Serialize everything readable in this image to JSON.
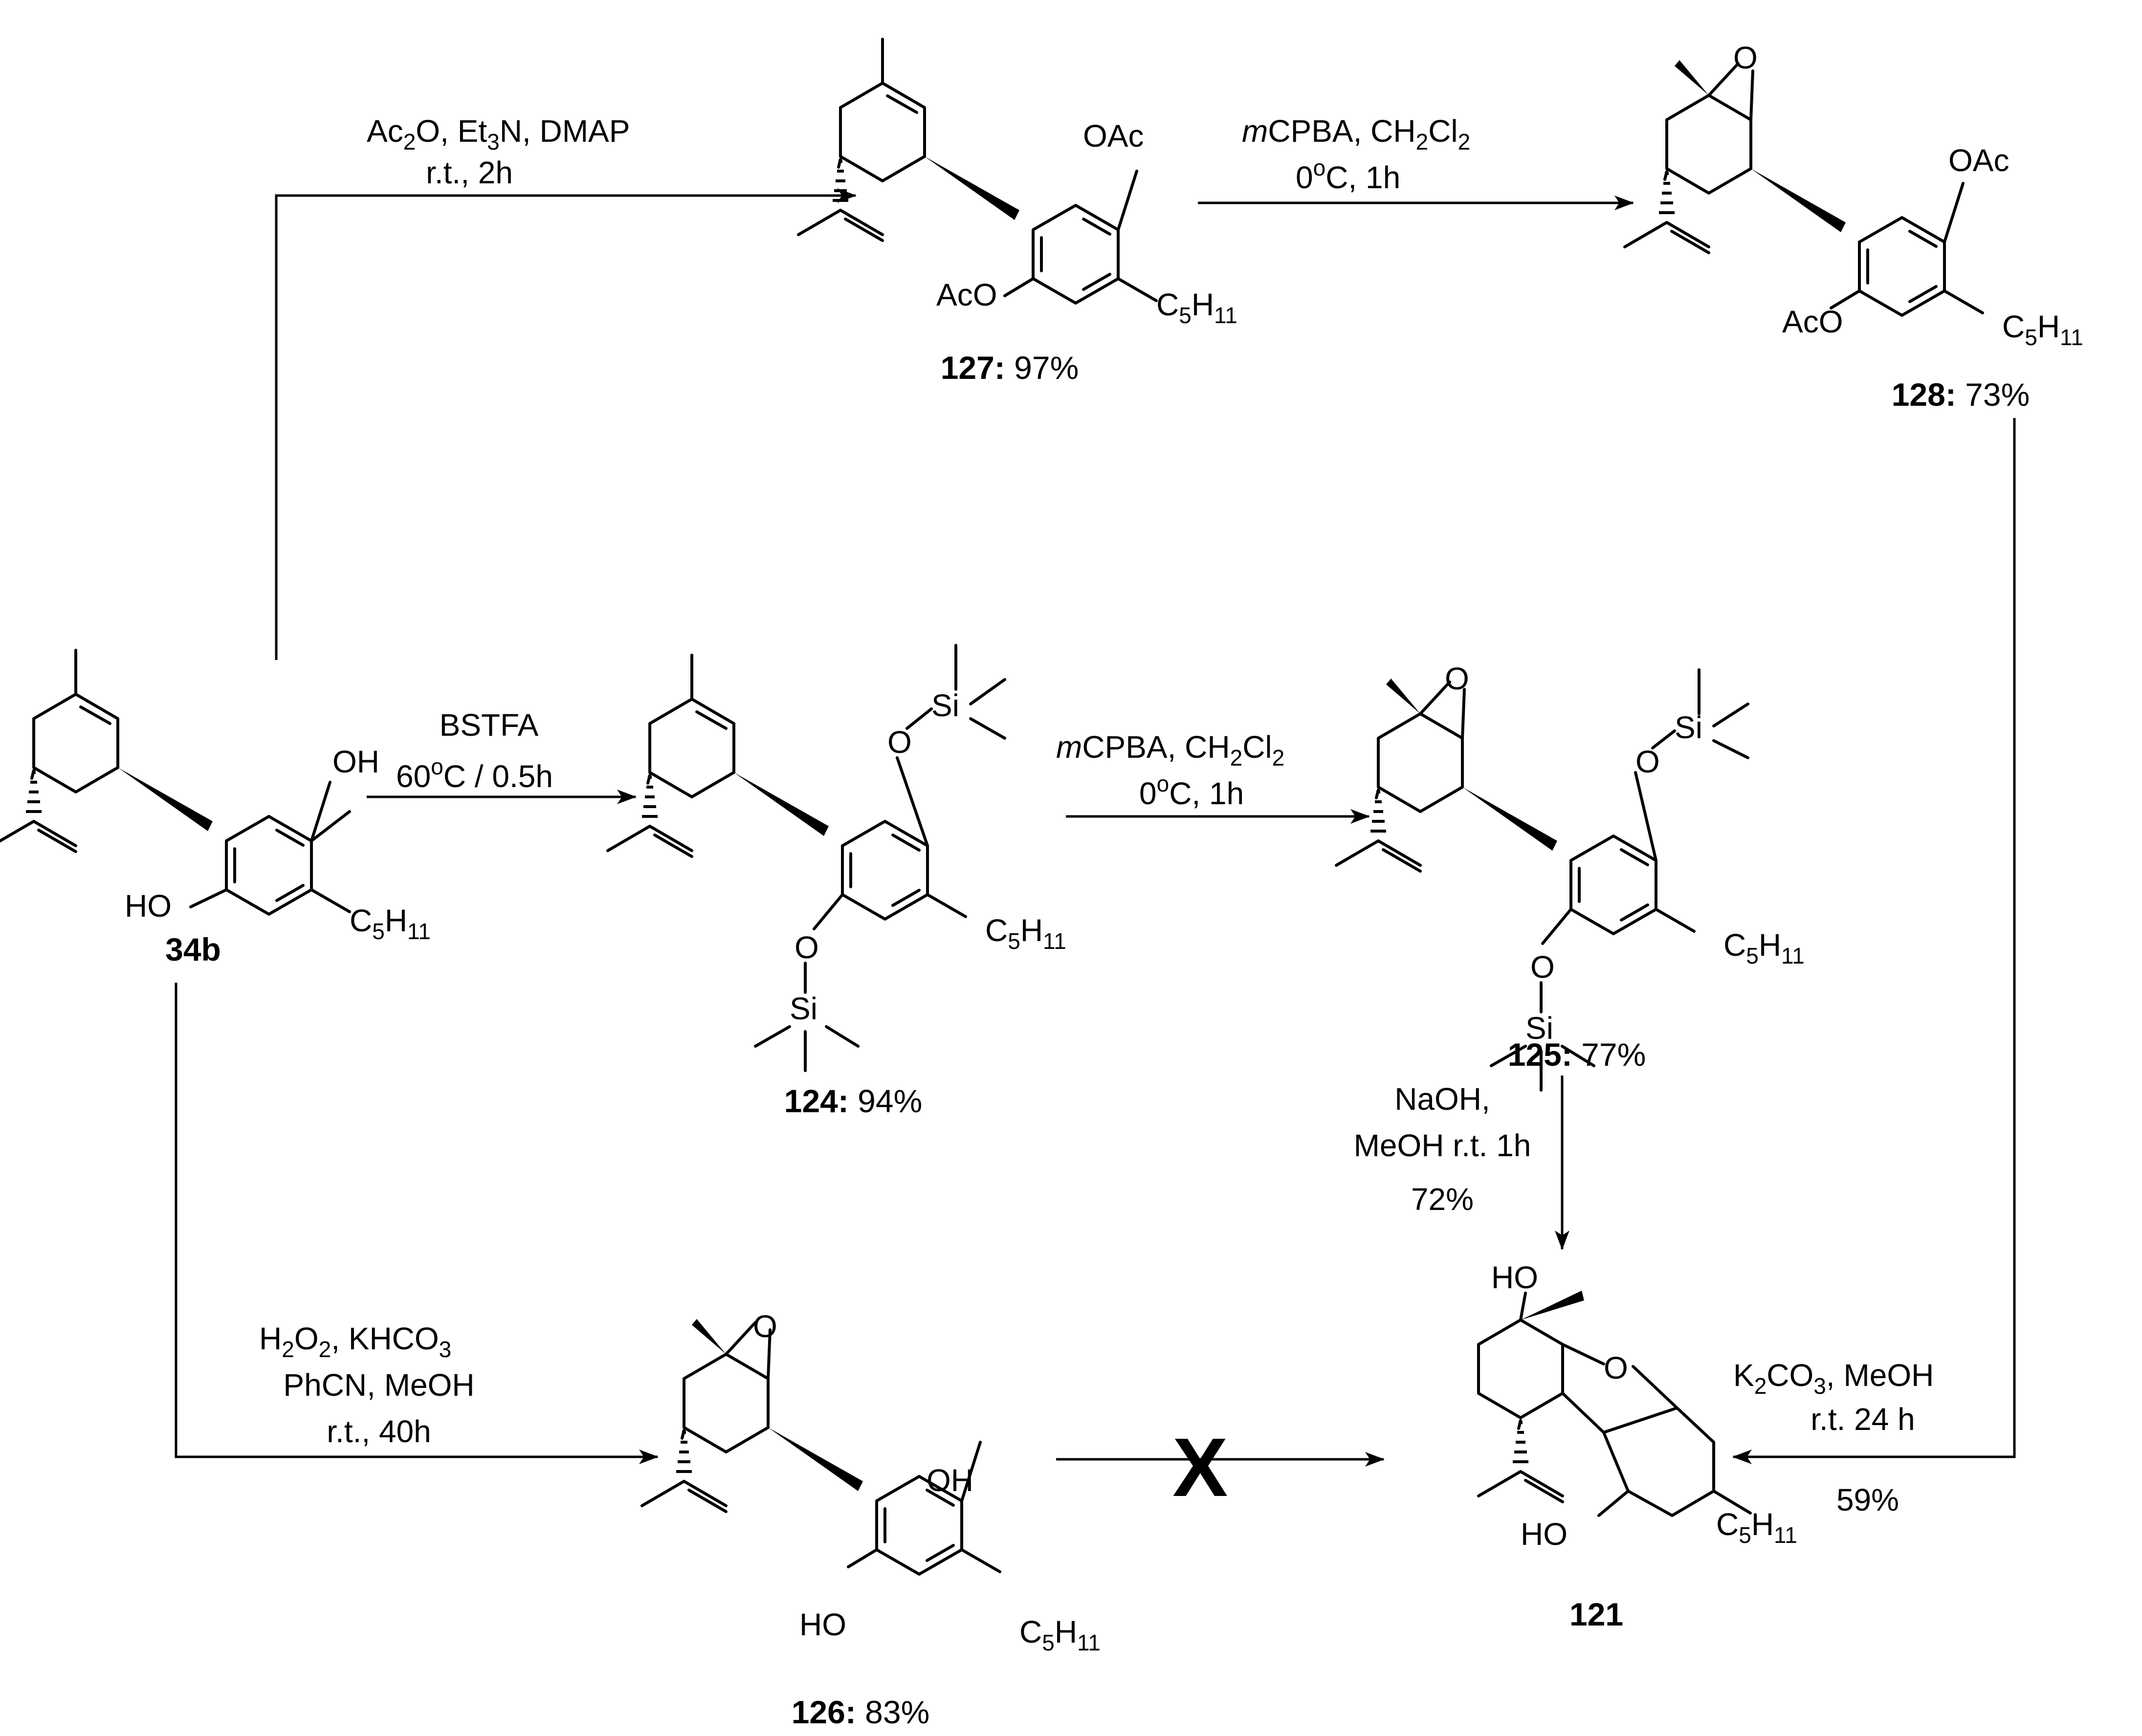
{
  "compounds": {
    "c34b": {
      "number": "34b",
      "yield": ""
    },
    "c127": {
      "number": "127",
      "yield": "97%"
    },
    "c128": {
      "number": "128",
      "yield": "73%"
    },
    "c124": {
      "number": "124",
      "yield": "94%"
    },
    "c125": {
      "number": "125",
      "yield": "77%"
    },
    "c126": {
      "number": "126",
      "yield": "83%"
    },
    "c121": {
      "number": "121",
      "yield": ""
    }
  },
  "atom_labels": {
    "OH": "OH",
    "HO": "HO",
    "OAc": "OAc",
    "AcO": "AcO",
    "O": "O",
    "Si": "Si",
    "C": "C",
    "H": "H",
    "s5": "5",
    "s11": "11"
  },
  "conditions": {
    "acetylation": {
      "line1a": "Ac",
      "line1a_sub": "2",
      "line1b": "O, Et",
      "line1b_sub": "3",
      "line1c": "N, DMAP",
      "line2": "r.t., 2h"
    },
    "epox_acetate": {
      "line1a_italic": "m",
      "line1b": "CPBA, CH",
      "line1b_sub": "2",
      "line1c": "Cl",
      "line1c_sub": "2",
      "line2a": "0",
      "line2a_sup": "o",
      "line2b": "C, 1h"
    },
    "silylation": {
      "line1": "BSTFA",
      "line2a": "60",
      "line2a_sup": "o",
      "line2b": "C / 0.5h"
    },
    "epox_silyl": {
      "line1a_italic": "m",
      "line1b": "CPBA, CH",
      "line1b_sub": "2",
      "line1c": "Cl",
      "line1c_sub": "2",
      "line2a": "0",
      "line2a_sup": "o",
      "line2b": "C, 1h"
    },
    "peroxide": {
      "line1a": "H",
      "line1a_sub": "2",
      "line1b": "O",
      "line1b_sub": "2",
      "line1c": ", KHCO",
      "line1c_sub": "3",
      "line2": "PhCN, MeOH",
      "line3": "r.t., 40h"
    },
    "desilylation": {
      "line1": "NaOH,",
      "line2": "MeOH r.t. 1h",
      "line3": "72%"
    },
    "carbonate": {
      "line1a": "K",
      "line1a_sub": "2",
      "line1b": "CO",
      "line1b_sub": "3",
      "line1c": ", MeOH",
      "line2": "r.t. 24 h",
      "line3": "59%"
    }
  },
  "failed_reaction_mark": "X"
}
